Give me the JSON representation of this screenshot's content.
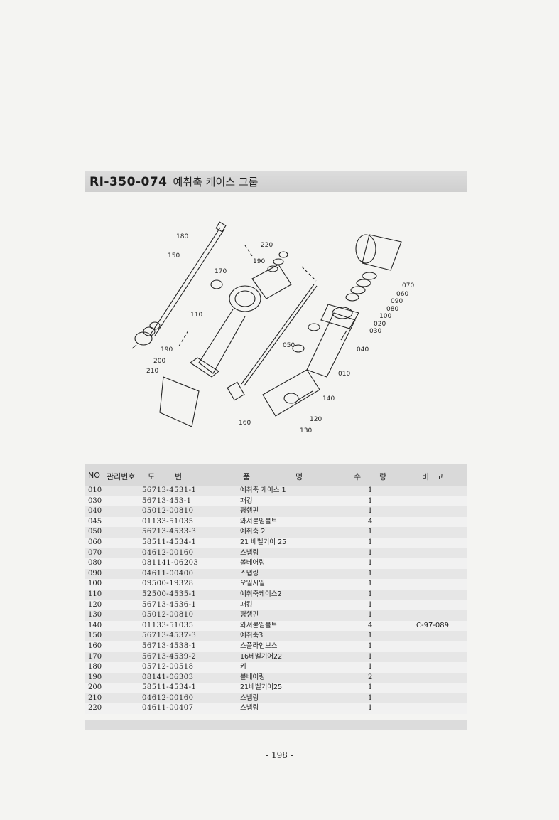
{
  "title": {
    "code": "RI-350-074",
    "name": "예취축 케이스 그룹"
  },
  "diagram": {
    "callouts": [
      "180",
      "150",
      "170",
      "110",
      "190",
      "200",
      "210",
      "220",
      "190",
      "050",
      "160",
      "070",
      "060",
      "090",
      "080",
      "100",
      "020",
      "030",
      "040",
      "010",
      "140",
      "120",
      "130"
    ]
  },
  "table": {
    "headers": {
      "no": "NO",
      "mgmt": "관리번호",
      "dwg1": "도",
      "dwg2": "번",
      "name1": "품",
      "name2": "명",
      "qty1": "수",
      "qty2": "량",
      "rem1": "비",
      "rem2": "고"
    },
    "rows": [
      {
        "no": "010",
        "dwg": "56713-4531-1",
        "name": "예취축 케이스 1",
        "qty": "1",
        "remark": ""
      },
      {
        "no": "030",
        "dwg": "56713-453-1",
        "name": "패킹",
        "qty": "1",
        "remark": ""
      },
      {
        "no": "040",
        "dwg": "05012-00810",
        "name": "평행핀",
        "qty": "1",
        "remark": ""
      },
      {
        "no": "045",
        "dwg": "01133-51035",
        "name": "와셔붙임볼트",
        "qty": "4",
        "remark": ""
      },
      {
        "no": "050",
        "dwg": "56713-4533-3",
        "name": "예취축 2",
        "qty": "1",
        "remark": ""
      },
      {
        "no": "060",
        "dwg": "58511-4534-1",
        "name": "21 베벨기어 25",
        "qty": "1",
        "remark": ""
      },
      {
        "no": "070",
        "dwg": "04612-00160",
        "name": "스냅링",
        "qty": "1",
        "remark": ""
      },
      {
        "no": "080",
        "dwg": "081141-06203",
        "name": "볼베어링",
        "qty": "1",
        "remark": ""
      },
      {
        "no": "090",
        "dwg": "04611-00400",
        "name": "스냅링",
        "qty": "1",
        "remark": ""
      },
      {
        "no": "100",
        "dwg": "09500-19328",
        "name": "오일시일",
        "qty": "1",
        "remark": ""
      },
      {
        "no": "110",
        "dwg": "52500-4535-1",
        "name": "예취축케이스2",
        "qty": "1",
        "remark": ""
      },
      {
        "no": "120",
        "dwg": "56713-4536-1",
        "name": "패킹",
        "qty": "1",
        "remark": ""
      },
      {
        "no": "130",
        "dwg": "05012-00810",
        "name": "평행핀",
        "qty": "1",
        "remark": ""
      },
      {
        "no": "140",
        "dwg": "01133-51035",
        "name": "와셔붙임볼트",
        "qty": "4",
        "remark": "C-97-089"
      },
      {
        "no": "150",
        "dwg": "56713-4537-3",
        "name": "예취축3",
        "qty": "1",
        "remark": ""
      },
      {
        "no": "160",
        "dwg": "56713-4538-1",
        "name": "스플라인보스",
        "qty": "1",
        "remark": ""
      },
      {
        "no": "170",
        "dwg": "56713-4539-2",
        "name": "16베벨기어22",
        "qty": "1",
        "remark": ""
      },
      {
        "no": "180",
        "dwg": "05712-00518",
        "name": "키",
        "qty": "1",
        "remark": ""
      },
      {
        "no": "190",
        "dwg": "08141-06303",
        "name": "볼베어링",
        "qty": "2",
        "remark": ""
      },
      {
        "no": "200",
        "dwg": "58511-4534-1",
        "name": "21베벨기어25",
        "qty": "1",
        "remark": ""
      },
      {
        "no": "210",
        "dwg": "04612-00160",
        "name": "스냅링",
        "qty": "1",
        "remark": ""
      },
      {
        "no": "220",
        "dwg": "04611-00407",
        "name": "스냅링",
        "qty": "1",
        "remark": ""
      }
    ]
  },
  "page_number": "- 198 -"
}
